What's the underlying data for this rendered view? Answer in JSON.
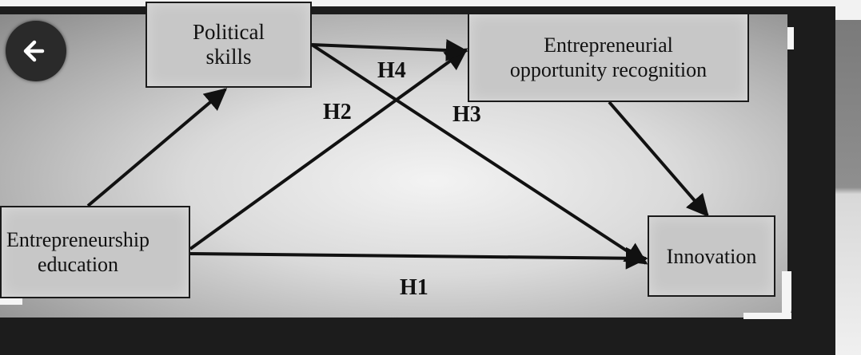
{
  "diagram": {
    "nodes": {
      "political_skills": "Political\nskills",
      "opportunity_recognition": "Entrepreneurial\nopportunity recognition",
      "entrepreneurship_education": "Entrepreneurship\neducation",
      "innovation": "Innovation"
    },
    "hypotheses": {
      "h1": "H1",
      "h2": "H2",
      "h3": "H3",
      "h4": "H4"
    }
  },
  "navigation": {
    "back_icon": "arrow-left-icon"
  },
  "colors": {
    "box_fill": "#c7c7c7",
    "line": "#111111",
    "background_dark": "#1c1c1c"
  }
}
